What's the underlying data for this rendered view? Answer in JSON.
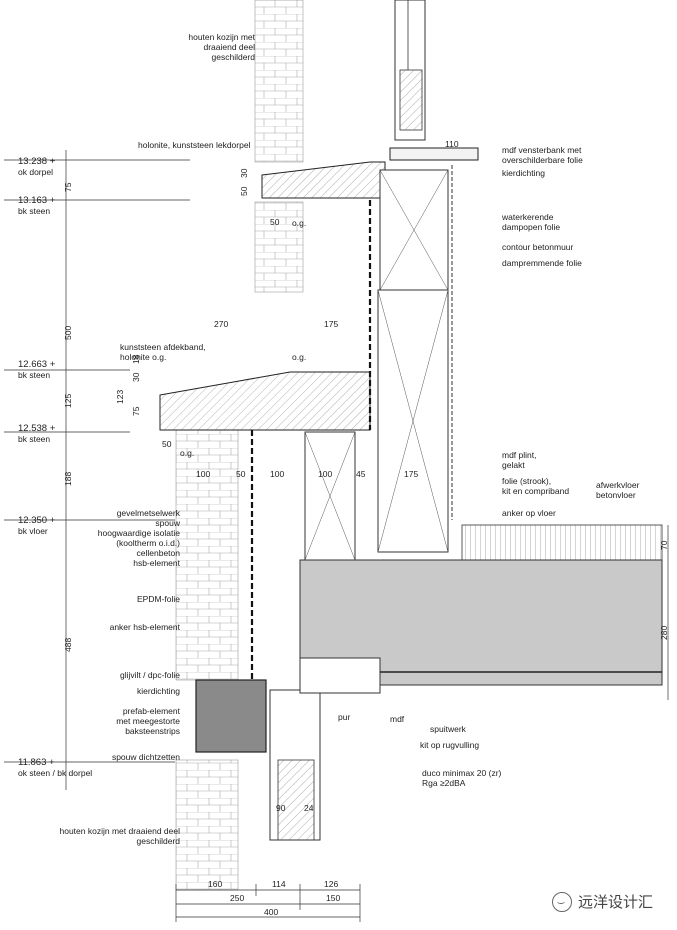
{
  "levels": [
    {
      "value": "13.238 +",
      "sub": "ok dorpel"
    },
    {
      "value": "13.163 +",
      "sub": "bk steen"
    },
    {
      "value": "12.663 +",
      "sub": "bk steen"
    },
    {
      "value": "12.538 +",
      "sub": "bk steen"
    },
    {
      "value": "12.350 +",
      "sub": "bk vloer"
    },
    {
      "value": "11.863 +",
      "sub": "ok steen / bk dorpel"
    }
  ],
  "left_vertical_dims": [
    "75",
    "500",
    "125",
    "188",
    "488"
  ],
  "labels_left": [
    "houten kozijn met\ndraaiend deel\ngeschilderd",
    "holonite, kunststeen lekdorpel",
    "kunststeen afdekband,\nholonite o.g.",
    "gevelmetselwerk",
    "spouw",
    "hoogwaardige isolatie\n(kooltherm o.i.d.)",
    "cellenbeton",
    "hsb-element",
    "EPDM-folie",
    "anker  hsb-element",
    "glijvilt / dpc-folie",
    "kierdichting",
    "prefab-element\nmet meegestorte\nbaksteenstrips",
    "spouw dichtzetten",
    "houten kozijn met draaiend deel\ngeschilderd"
  ],
  "labels_right": [
    "mdf vensterbank met\noverschilderbare folie",
    "kierdichting",
    "waterkerende\ndampopen folie",
    "contour betonmuur",
    "dampremmende folie",
    "mdf plint,\ngelakt",
    "folie (strook),\nkit en compriband",
    "afwerkvloer\nbetonvloer",
    "anker op vloer",
    "spuitwerk",
    "kit op rugvulling",
    "duco minimax 20 (zr)\nRga ≥2dBA"
  ],
  "small_labels": [
    "pur",
    "mdf",
    "o.g.",
    "o.g.",
    "o.g."
  ],
  "inline_dims": [
    "110",
    "50",
    "30",
    "50",
    "270",
    "175",
    "30",
    "18",
    "123",
    "75",
    "50",
    "100",
    "50",
    "100",
    "100",
    "45",
    "175",
    "70",
    "280",
    "90",
    "24"
  ],
  "bottom_dims": [
    "160",
    "114",
    "126",
    "250",
    "150",
    "400"
  ],
  "watermark": "远洋设计汇"
}
